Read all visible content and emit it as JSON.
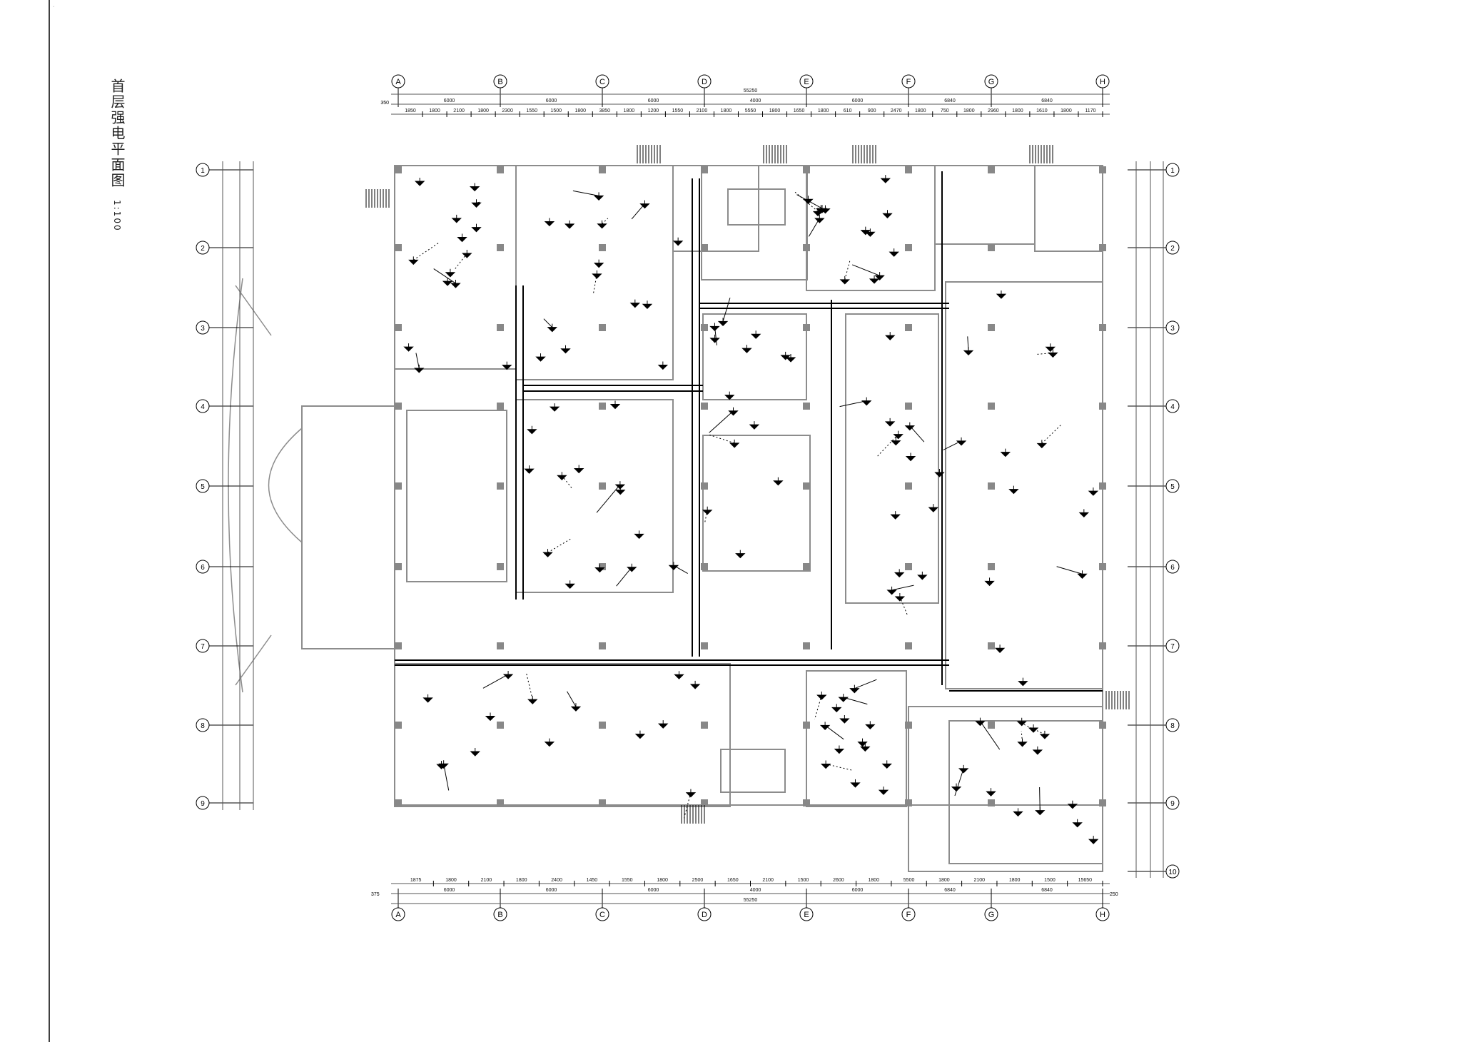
{
  "drawing": {
    "title": "首层强电平面图",
    "scale": "1:100"
  },
  "axes": {
    "columns": [
      "A",
      "B",
      "C",
      "D",
      "E",
      "F",
      "G",
      "H"
    ],
    "rows": [
      "1",
      "2",
      "3",
      "4",
      "5",
      "6",
      "7",
      "8",
      "9",
      "10"
    ]
  },
  "dimensions": {
    "top_total": "55250",
    "top_offset": "350",
    "top_bays": [
      "6000",
      "6000",
      "6000",
      "4000",
      "6000",
      "6840",
      "6840"
    ],
    "top_sub": [
      "1850",
      "1800",
      "2100",
      "1800",
      "2300",
      "1550",
      "1500",
      "1800",
      "3850",
      "1800",
      "1200",
      "1550",
      "2100",
      "1800",
      "5550",
      "1800",
      "1650",
      "1800",
      "610",
      "900",
      "2470",
      "1800",
      "750",
      "1800",
      "2960",
      "1800",
      "1610",
      "1800",
      "1170"
    ],
    "bottom_total": "55250",
    "bottom_offset_left": "375",
    "bottom_offset_right": "250",
    "bottom_bays": [
      "6000",
      "6000",
      "6000",
      "4000",
      "6000",
      "6840",
      "6840"
    ],
    "bottom_sub": [
      "1875",
      "1800",
      "2100",
      "1800",
      "2400",
      "1450",
      "1550",
      "1800",
      "2500",
      "1650",
      "2100",
      "1500",
      "2600",
      "1800",
      "5500",
      "1800",
      "2100",
      "1800",
      "1500",
      "15650"
    ]
  },
  "colors": {
    "wall": "#8c8c8c",
    "line": "#000000",
    "dim": "#555555"
  }
}
